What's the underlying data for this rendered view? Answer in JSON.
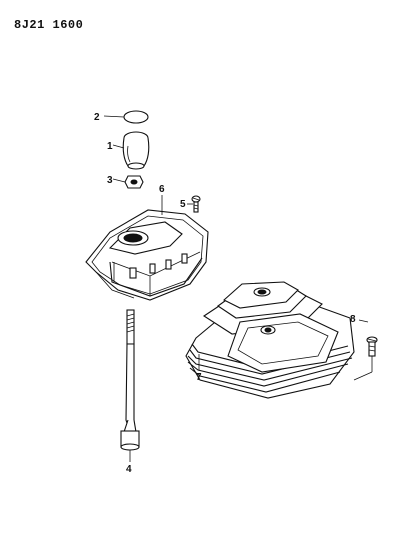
{
  "diagram": {
    "header_code": "8J21 1600",
    "callouts": [
      {
        "id": "1",
        "label": "1"
      },
      {
        "id": "2",
        "label": "2"
      },
      {
        "id": "3",
        "label": "3"
      },
      {
        "id": "4",
        "label": "4"
      },
      {
        "id": "5",
        "label": "5"
      },
      {
        "id": "6",
        "label": "6"
      },
      {
        "id": "7",
        "label": "7"
      },
      {
        "id": "8",
        "label": "8"
      }
    ]
  }
}
